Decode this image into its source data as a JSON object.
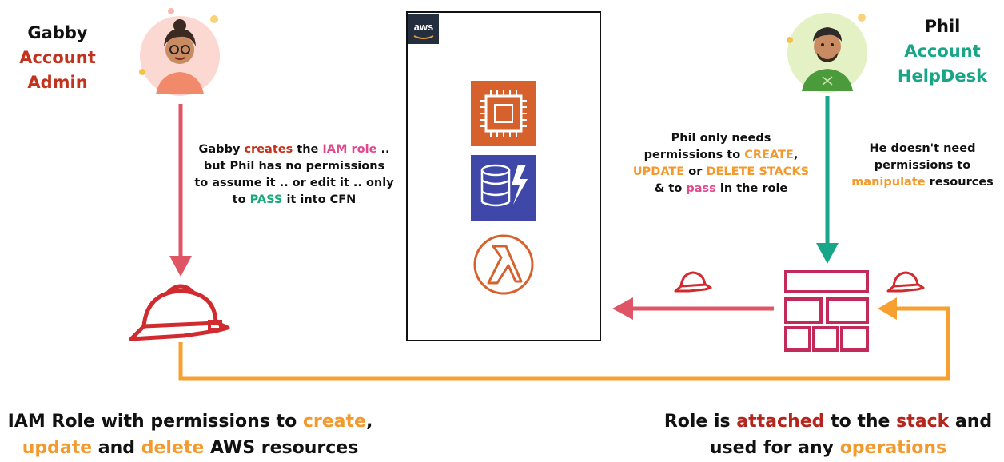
{
  "gabby": {
    "name": "Gabby",
    "role_line1": "Account",
    "role_line2": "Admin"
  },
  "phil": {
    "name": "Phil",
    "role_line1": "Account",
    "role_line2": "HelpDesk"
  },
  "aws_logo": "aws",
  "note_left": {
    "l1a": "Gabby ",
    "l1b": "creates",
    "l1c": " the ",
    "l1d": "IAM role",
    "l1e": " ..",
    "l2": "but Phil has no permissions",
    "l3": "to assume it .. or edit it .. only",
    "l4a": "to ",
    "l4b": "PASS",
    "l4c": " it into CFN"
  },
  "note_mid": {
    "l1": "Phil only needs",
    "l2a": "permissions to ",
    "l2b": "CREATE",
    "l2c": ",",
    "l3a": "UPDATE",
    "l3b": " or ",
    "l3c": "DELETE STACKS",
    "l4a": "& to ",
    "l4b": "pass",
    "l4c": " in the role"
  },
  "note_right": {
    "l1": "He doesn't need",
    "l2": "permissions to",
    "l3a": "manipulate",
    "l3b": " resources"
  },
  "bottom_left": {
    "l1a": "IAM Role with permissions to ",
    "l1b": "create",
    "l1c": ",",
    "l2a": "update",
    "l2b": " and ",
    "l2c": "delete",
    "l2d": " AWS resources"
  },
  "bottom_right": {
    "l1a": "Role is ",
    "l1b": "attached",
    "l1c": " to the ",
    "l1d": "stack",
    "l1e": " and",
    "l2a": "used for any ",
    "l2b": "operations"
  },
  "icons": [
    "ec2-icon",
    "dynamodb-icon",
    "lambda-icon",
    "iam-role-hardhat-icon",
    "cloudformation-stack-icon"
  ],
  "colors": {
    "admin_red": "#c2321c",
    "helpdesk_green": "#18a689",
    "arrow_pink": "#e05565",
    "arrow_orange": "#f7a030",
    "ec2_orange": "#d6612d",
    "dynamo_blue": "#3f48a8",
    "stack_magenta": "#c22a5a",
    "hardhat_red": "#d12a2f"
  }
}
